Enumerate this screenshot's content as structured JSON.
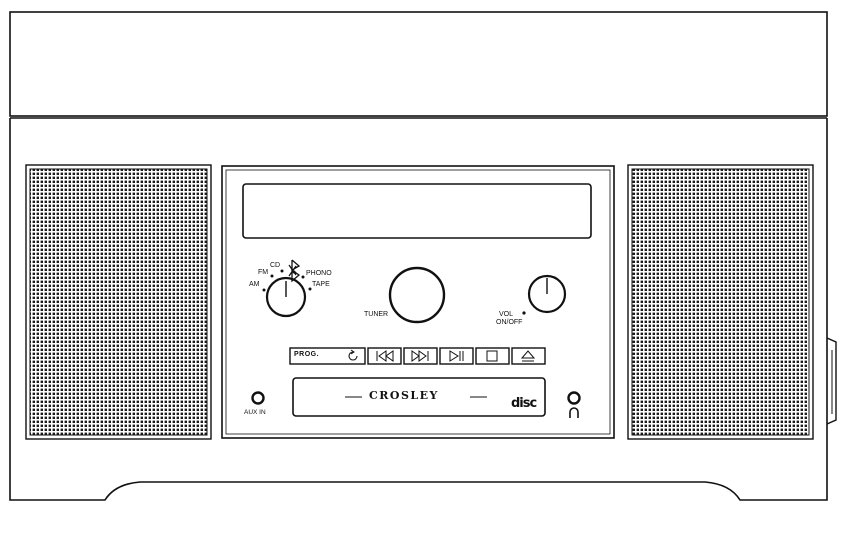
{
  "device": {
    "brand": "CROSLEY",
    "display_text": ""
  },
  "selector": {
    "positions": [
      "AM",
      "FM",
      "CD",
      "PHONO",
      "TAPE"
    ],
    "icon": "bluetooth-icon"
  },
  "knobs": {
    "tuner_label": "TUNER",
    "volume_label_line1": "VOL",
    "volume_label_line2": "ON/OFF"
  },
  "controls": {
    "prog_label": "PROG.",
    "buttons": [
      "repeat-icon",
      "previous-icon",
      "next-icon",
      "play-pause-icon",
      "stop-icon",
      "eject-icon"
    ]
  },
  "jacks": {
    "aux_label": "AUX IN",
    "headphone_icon": "headphone-icon"
  },
  "cd_logo": {
    "text": "disc",
    "icon": "compact-disc-logo-icon"
  }
}
